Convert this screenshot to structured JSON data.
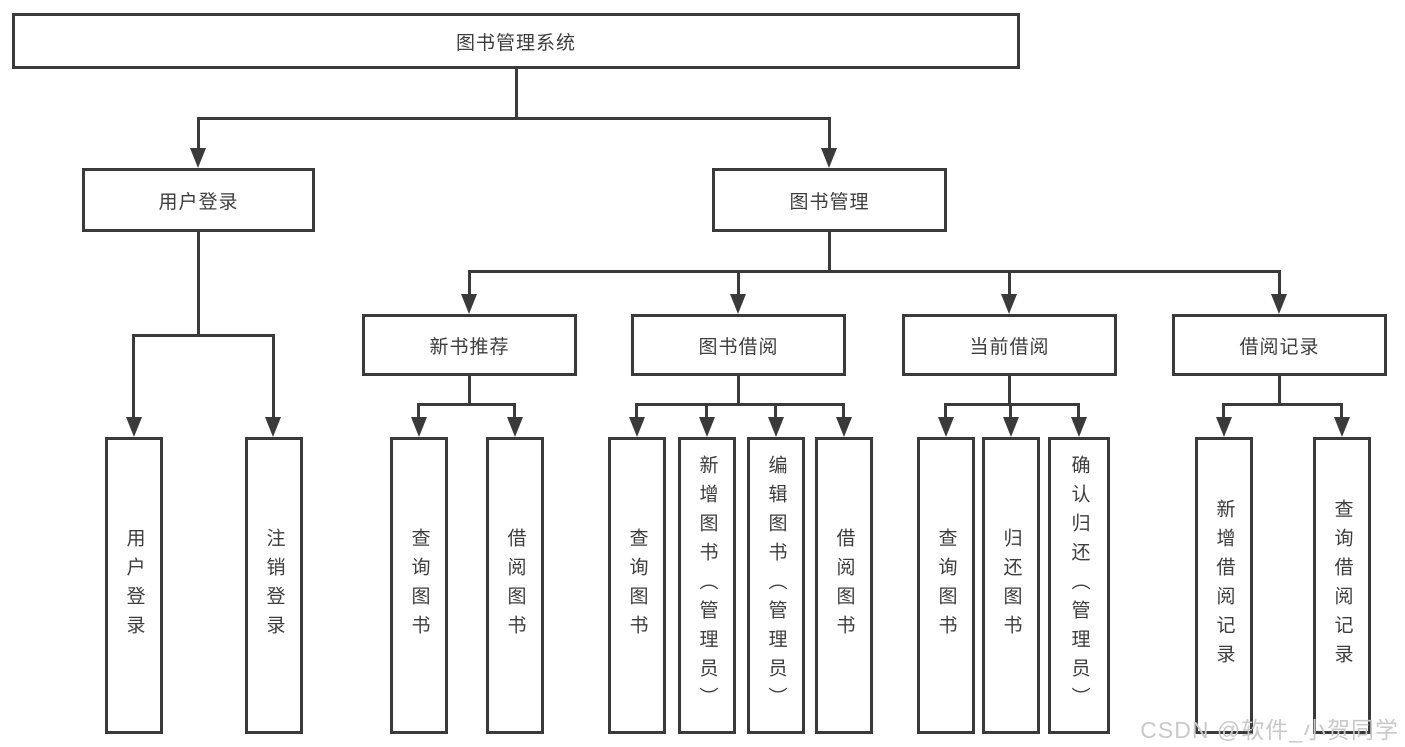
{
  "colors": {
    "line": "#3a3a3a",
    "box_fill": "#ffffff",
    "text": "#3d3d3d",
    "watermark": "#c9c9c9",
    "background": "#ffffff"
  },
  "nodes": {
    "root": {
      "label": "图书管理系统"
    },
    "user_login": {
      "label": "用户登录"
    },
    "book_mgmt": {
      "label": "图书管理"
    },
    "new_book_rec": {
      "label": "新书推荐"
    },
    "book_borrowing": {
      "label": "图书借阅"
    },
    "current_borrowing": {
      "label": "当前借阅"
    },
    "borrowing_records": {
      "label": "借阅记录"
    }
  },
  "leaves": {
    "login": "用户登录",
    "logout": "注销登录",
    "rec_query_books": "查询图书",
    "rec_borrow_books": "借阅图书",
    "bb_query_books": "查询图书",
    "bb_add_books": "新增图书（管理员）",
    "bb_edit_books": "编辑图书（管理员）",
    "bb_borrow_books": "借阅图书",
    "cb_query_books": "查询图书",
    "cb_return_books": "归还图书",
    "cb_confirm_return": "确认归还（管理员）",
    "br_add_record": "新增借阅记录",
    "br_query_record": "查询借阅记录"
  },
  "hierarchy": {
    "图书管理系统": {
      "用户登录": [
        "用户登录",
        "注销登录"
      ],
      "图书管理": {
        "新书推荐": [
          "查询图书",
          "借阅图书"
        ],
        "图书借阅": [
          "查询图书",
          "新增图书（管理员）",
          "编辑图书（管理员）",
          "借阅图书"
        ],
        "当前借阅": [
          "查询图书",
          "归还图书",
          "确认归还（管理员）"
        ],
        "借阅记录": [
          "新增借阅记录",
          "查询借阅记录"
        ]
      }
    }
  },
  "watermark": {
    "text": "CSDN @软件_小贺同学"
  }
}
